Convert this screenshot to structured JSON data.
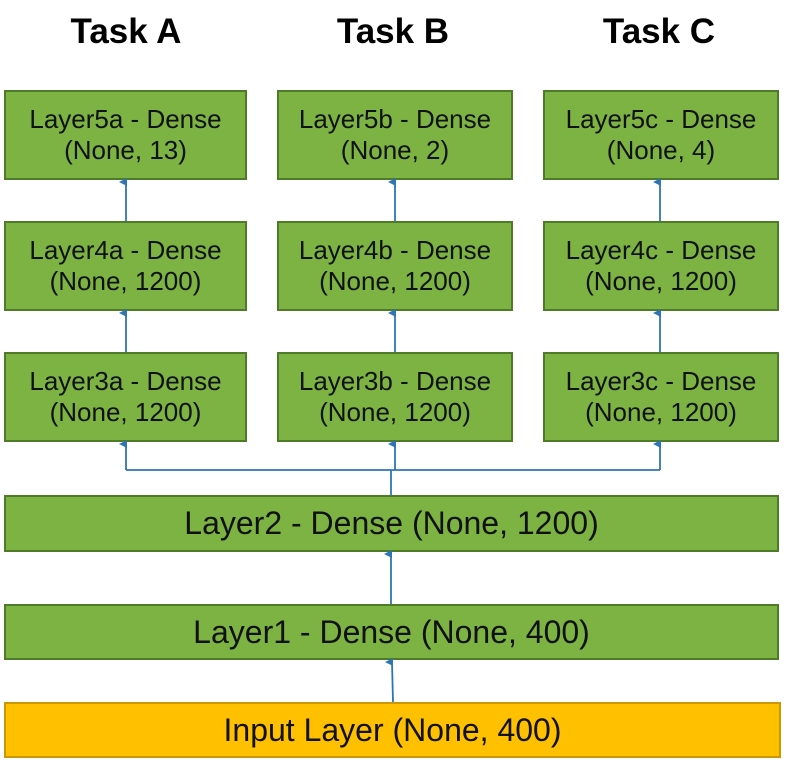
{
  "tasks": [
    "Task A",
    "Task B",
    "Task C"
  ],
  "columns": [
    {
      "layer5": {
        "name": "Layer5a - Dense",
        "shape": "(None, 13)"
      },
      "layer4": {
        "name": "Layer4a - Dense",
        "shape": "(None, 1200)"
      },
      "layer3": {
        "name": "Layer3a - Dense",
        "shape": "(None, 1200)"
      }
    },
    {
      "layer5": {
        "name": "Layer5b - Dense",
        "shape": "(None, 2)"
      },
      "layer4": {
        "name": "Layer4b - Dense",
        "shape": "(None, 1200)"
      },
      "layer3": {
        "name": "Layer3b - Dense",
        "shape": "(None, 1200)"
      }
    },
    {
      "layer5": {
        "name": "Layer5c - Dense",
        "shape": "(None, 4)"
      },
      "layer4": {
        "name": "Layer4c - Dense",
        "shape": "(None, 1200)"
      },
      "layer3": {
        "name": "Layer3c - Dense",
        "shape": "(None, 1200)"
      }
    }
  ],
  "layer2": "Layer2 - Dense (None, 1200)",
  "layer1": "Layer1 - Dense (None, 400)",
  "input": "Input Layer (None, 400)",
  "colors": {
    "dense_fill": "#7cb342",
    "dense_border": "#4f7a28",
    "input_fill": "#ffc000",
    "arrow": "#2e75b6"
  }
}
